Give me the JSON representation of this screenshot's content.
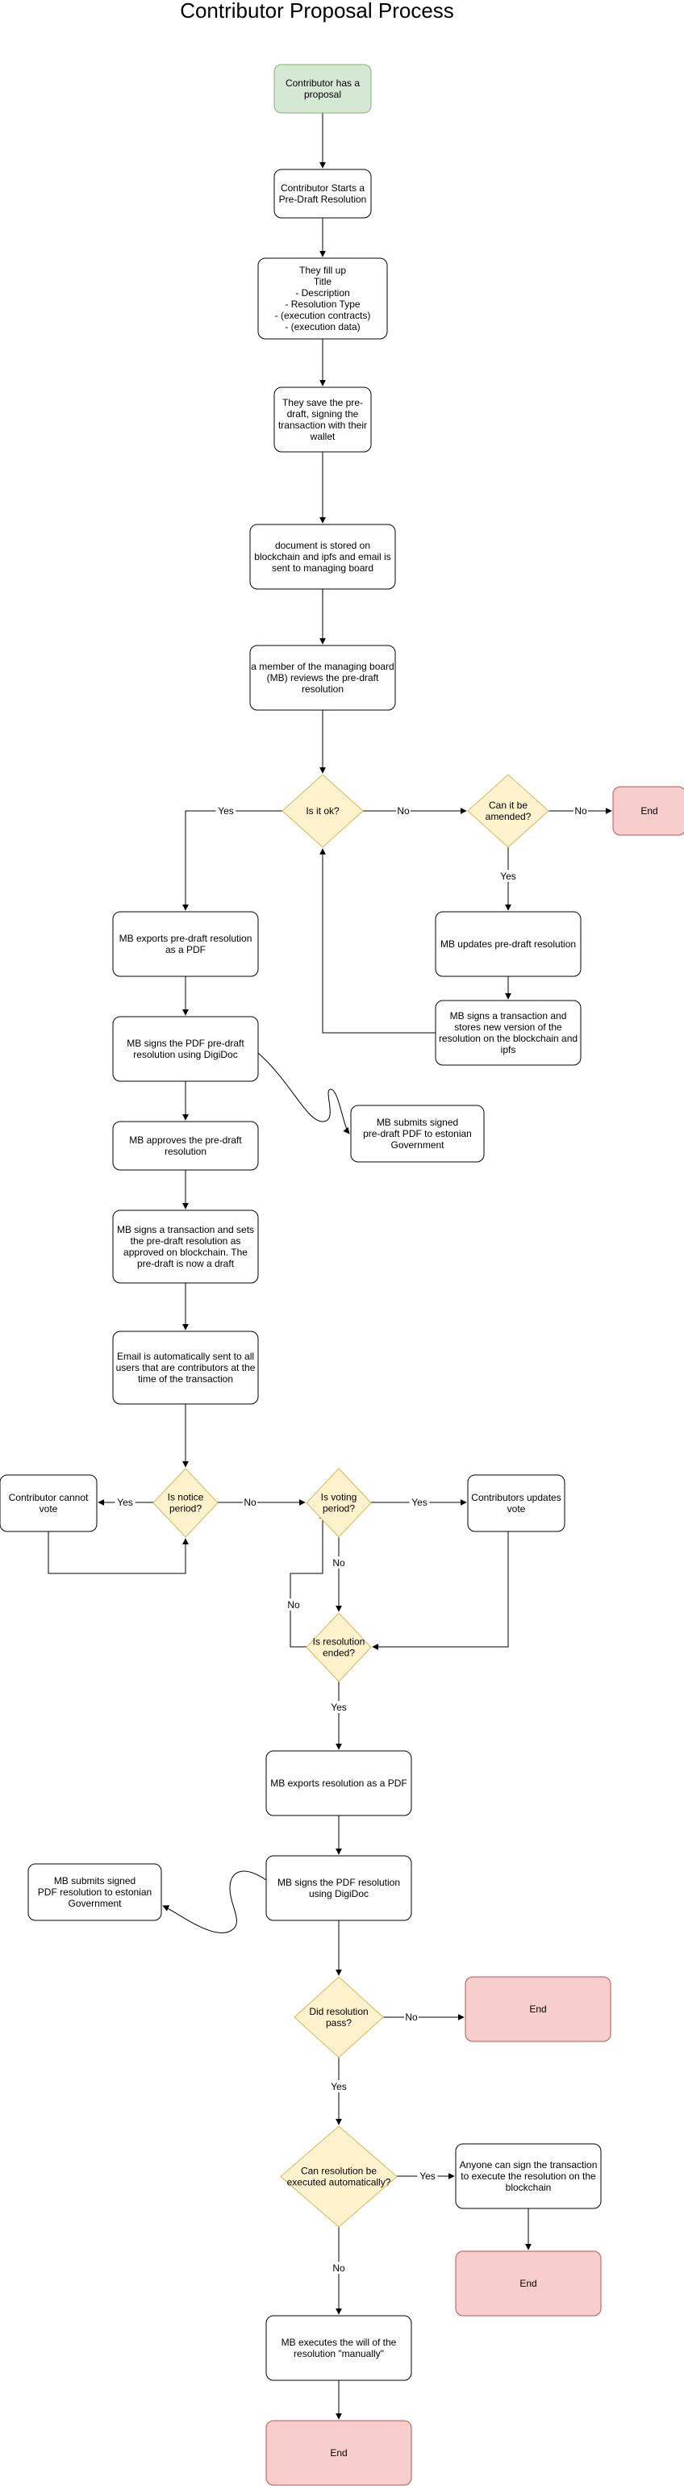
{
  "title": "Contributor Proposal Process",
  "colors": {
    "default_fill": "#ffffff",
    "default_stroke": "#000000",
    "start_fill": "#d5e8d4",
    "start_stroke": "#82b366",
    "decision_fill": "#fff2cc",
    "decision_stroke": "#d6b656",
    "end_fill": "#f8cecc",
    "end_stroke": "#b85450"
  },
  "nodes": {
    "start": [
      "Contributor has a",
      "proposal"
    ],
    "pre_draft": [
      "Contributor Starts a",
      "Pre-Draft Resolution"
    ],
    "fill_up": [
      "They fill up",
      "Title",
      "- Description",
      "- Resolution Type",
      "- (execution contracts)",
      "- (execution data)"
    ],
    "save": [
      "They save the pre-",
      "draft, signing the",
      "transaction with their",
      "wallet"
    ],
    "stored": [
      "document is stored on",
      "blockchain and ipfs and email is",
      "sent to managing board"
    ],
    "review": [
      "a member of the managing board",
      "(MB) reviews the pre-draft",
      "resolution"
    ],
    "is_ok": [
      "Is it ok?"
    ],
    "can_amend": [
      "Can it be",
      "amended?"
    ],
    "end_1": [
      "End"
    ],
    "updates_pre_draft": [
      "MB updates pre-draft resolution"
    ],
    "signs_new_version": [
      "MB signs a transaction and",
      "stores new version of the",
      "resolution on the blockchain and",
      "ipfs"
    ],
    "export_pdf": [
      "MB exports pre-draft resolution",
      "as a PDF"
    ],
    "sign_pdf": [
      "MB signs the PDF pre-draft",
      "resolution using DigiDoc"
    ],
    "submit_gov": [
      "MB submits signed",
      "pre-draft PDF to estonian",
      "Government"
    ],
    "approve": [
      "MB approves the pre-draft",
      "resolution"
    ],
    "sets_draft": [
      "MB signs a transaction and sets",
      "the pre-draft resolution as",
      "approved on blockchain. The",
      "pre-draft is now a draft"
    ],
    "email_all": [
      "Email is automatically sent to all",
      "users that are contributors at the",
      "time of the transaction"
    ],
    "notice_period": [
      "Is notice",
      "period?"
    ],
    "cannot_vote": [
      "Contributor cannot",
      "vote"
    ],
    "voting_period": [
      "Is voting",
      "period?"
    ],
    "updates_vote": [
      "Contributors updates",
      "vote"
    ],
    "resolution_ended": [
      "Is resolution",
      "ended?"
    ],
    "export_resolution": [
      "MB exports resolution as a PDF"
    ],
    "sign_resolution": [
      "MB signs the PDF resolution",
      "using DigiDoc"
    ],
    "submit_resolution": [
      "MB submits signed",
      "PDF resolution to estonian",
      "Government"
    ],
    "did_pass": [
      "Did resolution",
      "pass?"
    ],
    "end_2": [
      "End"
    ],
    "auto_exec": [
      "Can resolution be",
      "executed automatically?"
    ],
    "anyone_sign": [
      "Anyone can sign the transaction",
      "to execute the resolution on the",
      "blockchain"
    ],
    "end_3": [
      "End"
    ],
    "manual_exec": [
      "MB executes the will of the",
      "resolution \"manually\""
    ],
    "end_4": [
      "End"
    ]
  },
  "edge_labels": {
    "is_ok_yes": "Yes",
    "is_ok_no": "No",
    "can_amend_no": "No",
    "can_amend_yes": "Yes",
    "notice_yes": "Yes",
    "notice_no": "No",
    "voting_yes": "Yes",
    "voting_no": "No",
    "ended_no": "No",
    "ended_yes": "Yes",
    "pass_no": "No",
    "pass_yes": "Yes",
    "auto_yes": "Yes",
    "auto_no": "No"
  }
}
